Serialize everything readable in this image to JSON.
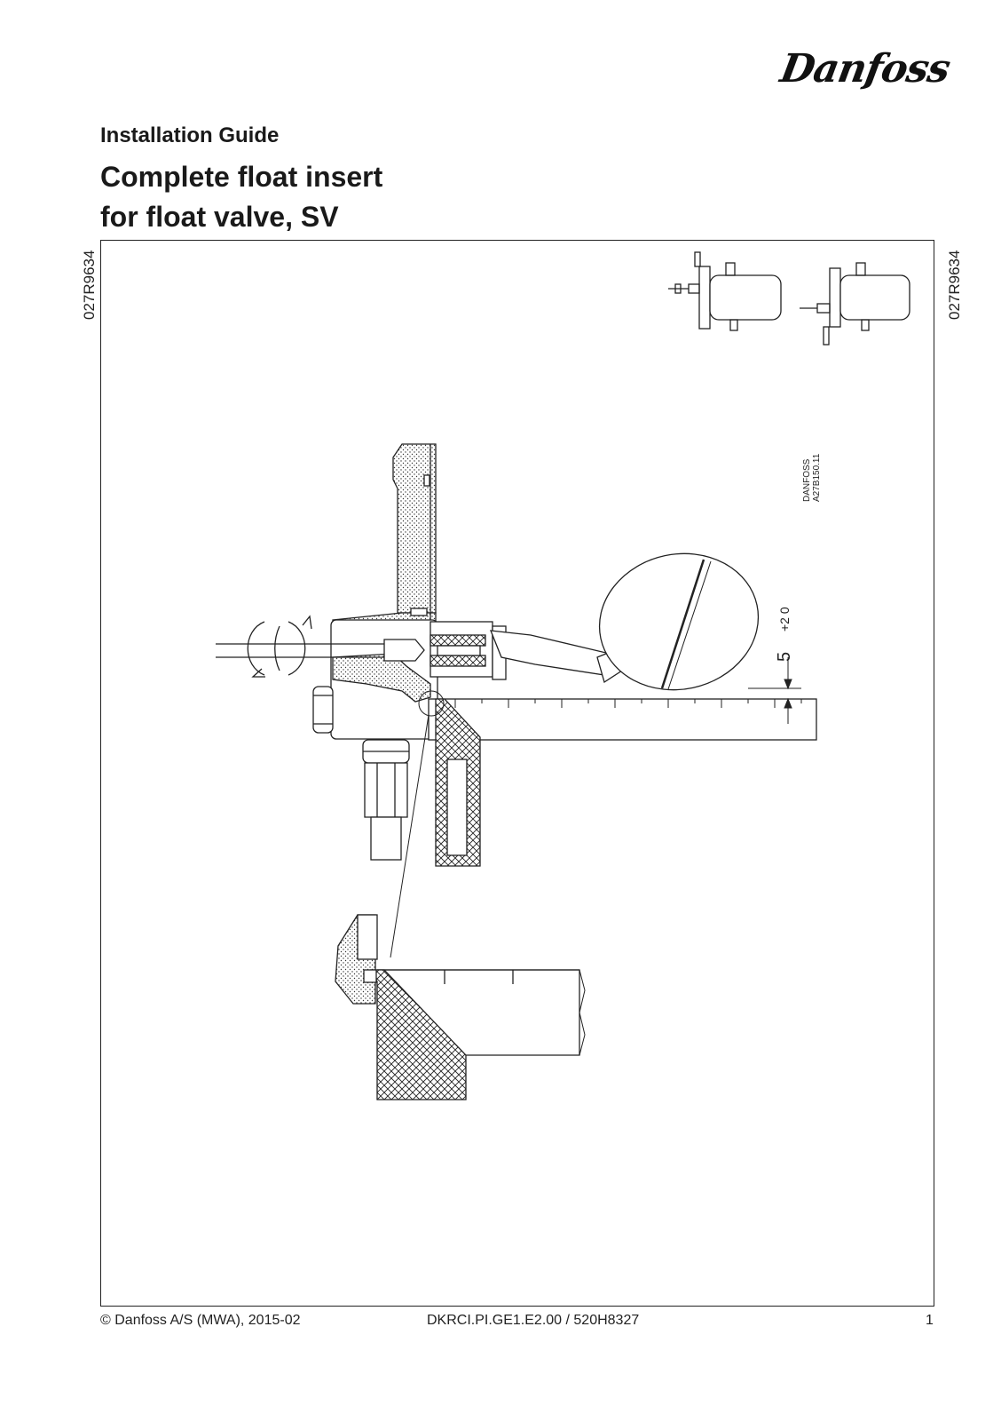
{
  "header": {
    "brand": "Danfoss",
    "doc_type": "Installation Guide",
    "title_line1": "Complete float insert",
    "title_line2": "for float valve, SV"
  },
  "side_codes": {
    "left": "027R9634",
    "right": "027R9634"
  },
  "drawing": {
    "code_line1": "DANFOSS",
    "code_line2": "A27B150.11",
    "dimension_value": "5",
    "dimension_tol_upper": "+2",
    "dimension_tol_lower": "0"
  },
  "footer": {
    "copyright": "© Danfoss A/S (MWA), 2015-02",
    "doc_code": "DKRCI.PI.GE1.E2.00 / 520H8327",
    "page": "1"
  }
}
